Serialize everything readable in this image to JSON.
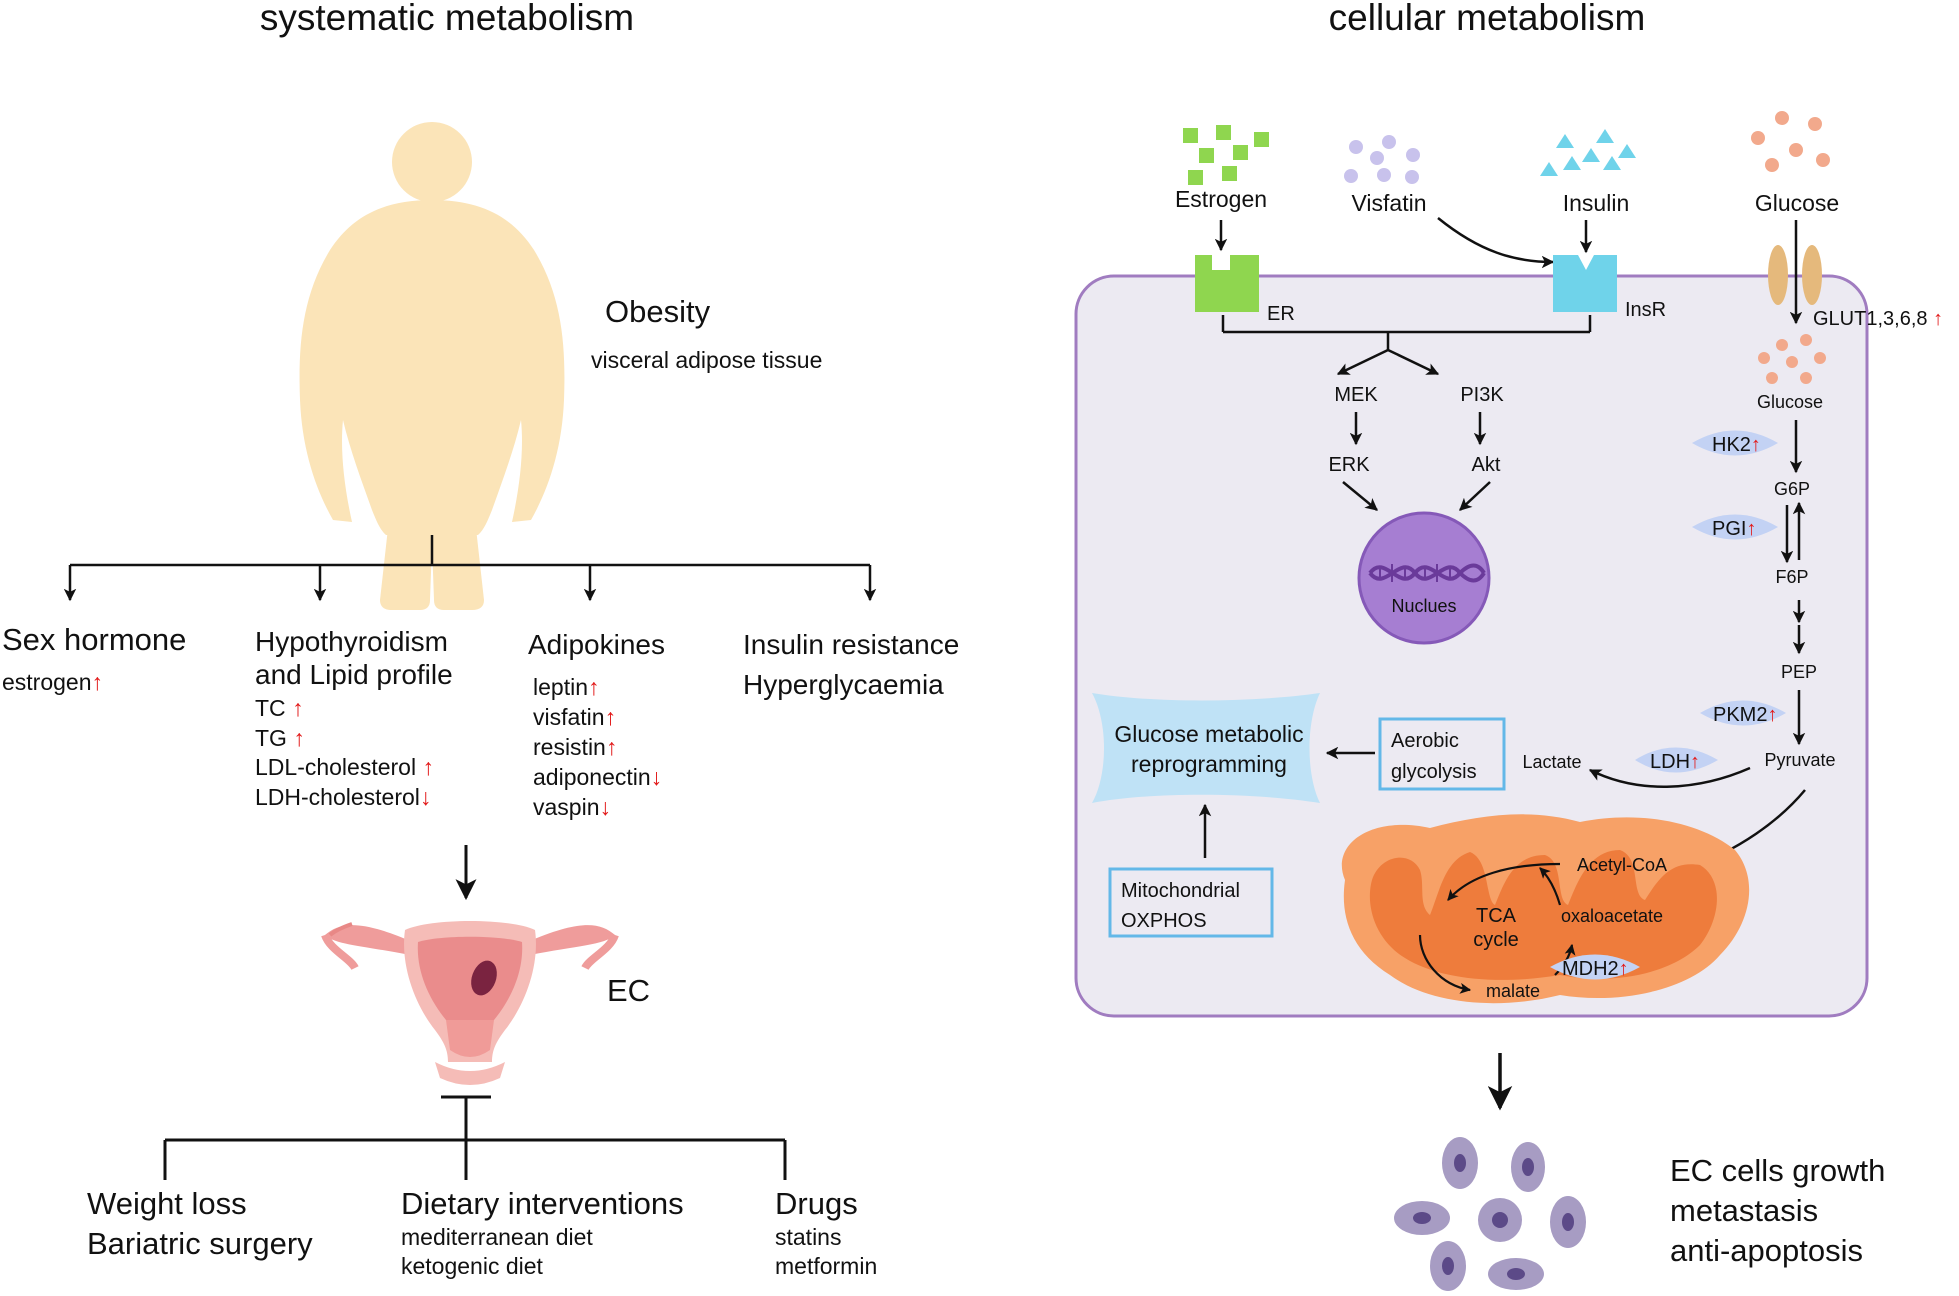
{
  "headings": {
    "left": "systematic metabolism",
    "right": "cellular metabolism"
  },
  "systemic": {
    "obesity": {
      "title": "Obesity",
      "subtitle": "visceral adipose tissue"
    },
    "sex_hormone": {
      "title": "Sex hormone",
      "items": [
        {
          "label": "estrogen",
          "trend": "up"
        }
      ]
    },
    "lipid": {
      "title_line1": "Hypothyroidism",
      "title_line2": "and Lipid profile",
      "items": [
        {
          "label": "TC",
          "trend": "up"
        },
        {
          "label": "TG",
          "trend": "up"
        },
        {
          "label": "LDL-cholesterol",
          "trend": "up"
        },
        {
          "label": "LDH-cholesterol",
          "trend": "down"
        }
      ]
    },
    "adipokines": {
      "title": "Adipokines",
      "items": [
        {
          "label": "leptin",
          "trend": "up"
        },
        {
          "label": "visfatin",
          "trend": "up"
        },
        {
          "label": "resistin",
          "trend": "up"
        },
        {
          "label": "adiponectin",
          "trend": "down"
        },
        {
          "label": "vaspin",
          "trend": "down"
        }
      ]
    },
    "insulin": {
      "line1": "Insulin resistance",
      "line2": "Hyperglycaemia"
    },
    "ec_label": "EC",
    "interventions": {
      "weight": {
        "line1": "Weight loss",
        "line2": "Bariatric surgery"
      },
      "diet": {
        "title": "Dietary interventions",
        "items": [
          "mediterranean diet",
          "ketogenic diet"
        ]
      },
      "drugs": {
        "title": "Drugs",
        "items": [
          "statins",
          "metformin"
        ]
      }
    }
  },
  "cellular": {
    "ligands": {
      "estrogen": "Estrogen",
      "visfatin": "Visfatin",
      "insulin": "Insulin",
      "glucose": "Glucose"
    },
    "receptors": {
      "er": "ER",
      "insr": "InsR",
      "glut": "GLUT1,3,6,8"
    },
    "signaling": {
      "mek": "MEK",
      "erk": "ERK",
      "pi3k": "PI3K",
      "akt": "Akt",
      "nucleus": "Nuclues"
    },
    "glycolysis": {
      "glucose": "Glucose",
      "g6p": "G6P",
      "f6p": "F6P",
      "pep": "PEP",
      "pyruvate": "Pyruvate",
      "lactate": "Lactate",
      "enzymes": {
        "hk2": "HK2",
        "pgi": "PGI",
        "pkm2": "PKM2",
        "ldh": "LDH",
        "mdh2": "MDH2"
      }
    },
    "reprogramming": {
      "line1": "Glucose metabolic",
      "line2": "reprogramming"
    },
    "aerobic": {
      "line1": "Aerobic",
      "line2": "glycolysis"
    },
    "oxphos": {
      "line1": "Mitochondrial",
      "line2": "OXPHOS"
    },
    "tca": {
      "acetyl": "Acetyl-CoA",
      "cycle1": "TCA",
      "cycle2": "cycle",
      "oxaloacetate": "oxaloacetate",
      "malate": "malate"
    },
    "outcome": {
      "line1": "EC cells growth",
      "line2": "metastasis",
      "line3": "anti-apoptosis"
    }
  },
  "colors": {
    "body": "#fbe4b8",
    "cell_fill": "#eceaf2",
    "cell_border": "#a07cc0",
    "er_green": "#8fd64f",
    "insr_blue": "#6fd3ea",
    "glucose_dot": "#f2a98c",
    "visfatin_dot": "#c8c2ec",
    "enzyme": "#c3d2f4",
    "nucleus": "#a67ed2",
    "mito_outer": "#f7a167",
    "mito_inner": "#ee7c3c",
    "box_border": "#63b8e8",
    "banner": "#bfe2f6",
    "uterus": "#ef9c9b",
    "ec_cell": "#a79cc3",
    "arrow_up": "#e21a1a"
  }
}
